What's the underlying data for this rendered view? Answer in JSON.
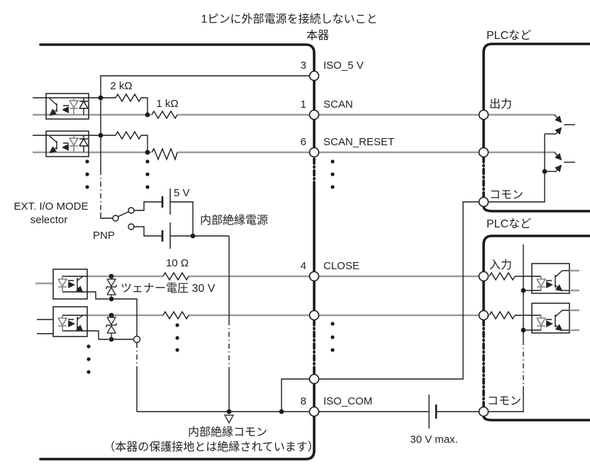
{
  "labels": {
    "warning": "1ピンに外部電源を接続しないこと",
    "device": "本器",
    "plc1": "PLCなど",
    "plc2": "PLCなど",
    "output": "出力",
    "common_top": "コモン",
    "input": "入力",
    "common_bottom": "コモン",
    "r_2k": "2 kΩ",
    "r_1k": "1 kΩ",
    "r_10": "10 Ω",
    "selector_line1": "EXT. I/O MODE",
    "selector_line2": "selector",
    "pnp": "PNP",
    "v5": "5 V",
    "internal_supply": "内部絶縁電源",
    "zener_note": "ツェナー電圧 30 V",
    "vmax": "30 V max.",
    "internal_common": "内部絶縁コモン",
    "internal_common_note": "（本器の保護接地とは絶縁されています）"
  },
  "pins": [
    {
      "number": "3",
      "name": "ISO_5 V"
    },
    {
      "number": "1",
      "name": "SCAN"
    },
    {
      "number": "6",
      "name": "SCAN_RESET"
    },
    {
      "number": "4",
      "name": "CLOSE"
    },
    {
      "number": "8",
      "name": "ISO_COM"
    }
  ],
  "colors": {
    "line": "#1a1a1a",
    "signal": "#999999",
    "text": "#222222"
  }
}
